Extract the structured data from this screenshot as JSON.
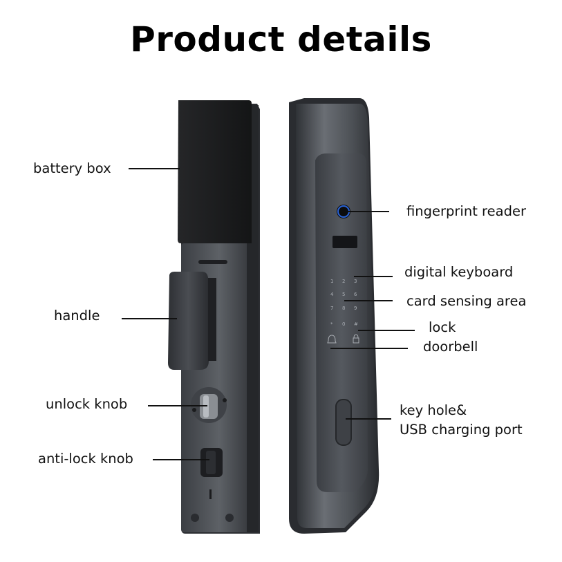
{
  "title": "Product details",
  "labels": {
    "battery_box": "battery box",
    "handle": "handle",
    "unlock_knob": "unlock knob",
    "anti_lock_knob": "anti-lock knob",
    "fingerprint_reader": "fingerprint reader",
    "digital_keyboard": "digital keyboard",
    "card_sensing_area": "card sensing area",
    "lock": "lock",
    "doorbell": "doorbell",
    "key_hole_line1": "key hole&",
    "key_hole_line2": "USB charging port"
  },
  "keypad": [
    "1",
    "2",
    "3",
    "4",
    "5",
    "6",
    "7",
    "8",
    "9",
    "*",
    "0",
    "#"
  ],
  "colors": {
    "lock_body": "#4a4d52",
    "battery_box": "#1e1f21",
    "fingerprint_ring": "#2a63d6"
  },
  "icons": [
    "doorbell-icon",
    "lock-icon",
    "fingerprint-icon"
  ]
}
